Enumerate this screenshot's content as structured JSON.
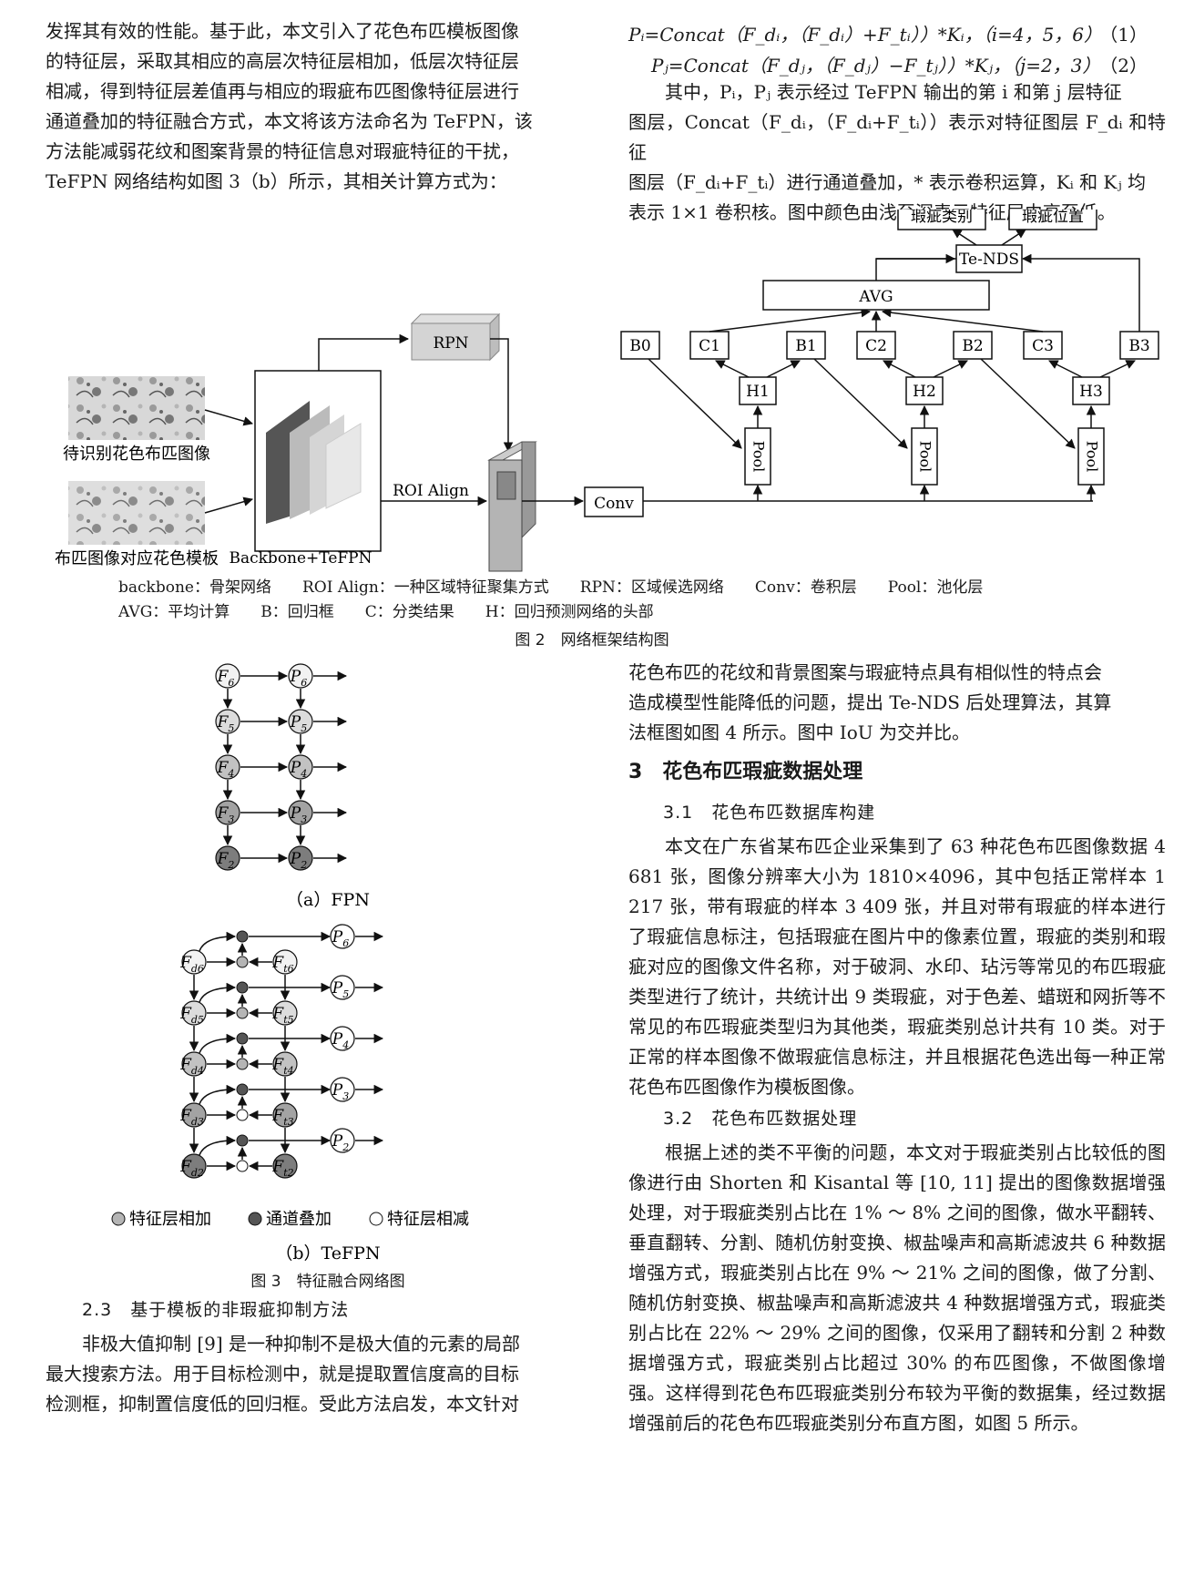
{
  "left_top": {
    "lines": [
      "发挥其有效的性能。基于此，本文引入了花色布匹模板图像",
      "的特征层，采取其相应的高层次特征层相加，低层次特征层",
      "相减，得到特征层差值再与相应的瑕疵布匹图像特征层进行",
      "通道叠加的特征融合方式，本文将该方法命名为 TeFPN，该",
      "方法能减弱花纹和图案背景的特征信息对瑕疵特征的干扰，",
      "TeFPN 网络结构如图 3（b）所示，其相关计算方式为："
    ]
  },
  "equations": {
    "eq1": "Pᵢ=Concat（F_dᵢ，（F_dᵢ）+F_tᵢ））*Kᵢ，（i=4，5，6）",
    "eq1_num": "（1）",
    "eq2": "Pⱼ=Concat（F_dⱼ，（F_dⱼ）−F_tⱼ））*Kⱼ，（j=2，3）",
    "eq2_num": "（2）"
  },
  "right_top": {
    "lines": [
      "其中，Pᵢ，Pⱼ 表示经过 TeFPN 输出的第 i 和第 j 层特征",
      "图层，Concat（F_dᵢ，（F_dᵢ+F_tᵢ））表示对特征图层 F_dᵢ 和特征",
      "图层（F_dᵢ+F_tᵢ）进行通道叠加，* 表示卷积运算，Kᵢ 和 Kⱼ 均",
      "表示 1×1 卷积核。图中颜色由浅至深表示特征层由高至低。"
    ]
  },
  "fig2": {
    "input1_label": "待识别花色布匹图像",
    "input2_label": "布匹图像对应花色模板",
    "backbone_label": "Backbone+TeFPN",
    "rpn": "RPN",
    "roi_align": "ROI Align",
    "conv": "Conv",
    "pool": "Pool",
    "avg": "AVG",
    "te_nds": "Te-NDS",
    "out_class": "瑕疵类别",
    "out_pos": "瑕疵位置",
    "b0": "B0",
    "b1": "B1",
    "b2": "B2",
    "b3": "B3",
    "c1": "C1",
    "c2": "C2",
    "c3": "C3",
    "h1": "H1",
    "h2": "H2",
    "h3": "H3",
    "legend_line1": "backbone：骨架网络　　ROI Align：一种区域特征聚集方式　　RPN：区域候选网络　　Conv：卷积层　　Pool：池化层",
    "legend_line2": "AVG：平均计算　　B：回归框　　C：分类结果　　H：回归预测网络的头部",
    "caption": "图 2　网络框架结构图"
  },
  "fig3": {
    "fpn_f": [
      "F6",
      "F5",
      "F4",
      "F3",
      "F2"
    ],
    "fpn_p": [
      "P6",
      "P5",
      "P4",
      "P3",
      "P2"
    ],
    "fd": [
      "Fd6",
      "Fd5",
      "Fd4",
      "Fd3",
      "Fd2"
    ],
    "ft": [
      "Ft6",
      "Ft5",
      "Ft4",
      "Ft3",
      "Ft2"
    ],
    "sub_a": "（a）FPN",
    "sub_b": "（b）TeFPN",
    "legend_add": "特征层相加",
    "legend_concat": "通道叠加",
    "legend_sub": "特征层相减",
    "caption": "图 3　特征融合网络图"
  },
  "left_bottom": {
    "heading": "2.3　基于模板的非瑕疵抑制方法",
    "lines": [
      "非极大值抑制 [9] 是一种抑制不是极大值的元素的局部",
      "最大搜索方法。用于目标检测中，就是提取置信度高的目标",
      "检测框，抑制置信度低的回归框。受此方法启发，本文针对"
    ]
  },
  "right_bottom": {
    "intro": [
      "花色布匹的花纹和背景图案与瑕疵特点具有相似性的特点会",
      "造成模型性能降低的问题，提出 Te-NDS 后处理算法，其算",
      "法框图如图 4 所示。图中 IoU 为交并比。"
    ],
    "section": "3　花色布匹瑕疵数据处理",
    "sub1": "3.1　花色布匹数据库构建",
    "p1": "本文在广东省某布匹企业采集到了 63 种花色布匹图像数据 4 681 张，图像分辨率大小为 1810×4096，其中包括正常样本 1 217 张，带有瑕疵的样本 3 409 张，并且对带有瑕疵的样本进行了瑕疵信息标注，包括瑕疵在图片中的像素位置，瑕疵的类别和瑕疵对应的图像文件名称，对于破洞、水印、玷污等常见的布匹瑕疵类型进行了统计，共统计出 9 类瑕疵，对于色差、蜡斑和网折等不常见的布匹瑕疵类型归为其他类，瑕疵类别总计共有 10 类。对于正常的样本图像不做瑕疵信息标注，并且根据花色选出每一种正常花色布匹图像作为模板图像。",
    "sub2": "3.2　花色布匹数据处理",
    "p2": "根据上述的类不平衡的问题，本文对于瑕疵类别占比较低的图像进行由 Shorten 和 Kisantal 等 [10, 11] 提出的图像数据增强处理，对于瑕疵类别占比在 1% ～ 8% 之间的图像，做水平翻转、垂直翻转、分割、随机仿射变换、椒盐噪声和高斯滤波共 6 种数据增强方式，瑕疵类别占比在 9% ～ 21% 之间的图像，做了分割、随机仿射变换、椒盐噪声和高斯滤波共 4 种数据增强方式，瑕疵类别占比在 22% ～ 29% 之间的图像，仅采用了翻转和分割 2 种数据增强方式，瑕疵类别占比超过 30% 的布匹图像，不做图像增强。这样得到花色布匹瑕疵类别分布较为平衡的数据集，经过数据增强前后的花色布匹瑕疵类别分布直方图，如图 5 所示。"
  }
}
